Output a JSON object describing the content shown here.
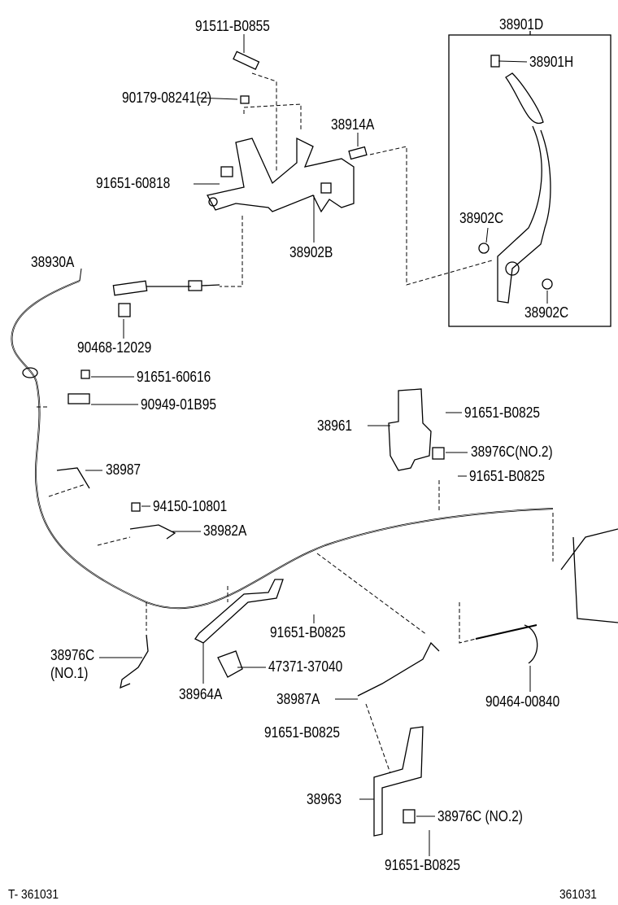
{
  "diagram": {
    "labels": {
      "p91511_b0855": "91511-B0855",
      "p90179_08241": "90179-08241(2)",
      "p38914a": "38914A",
      "p91651_60818": "91651-60818",
      "p38902b": "38902B",
      "p38930a": "38930A",
      "p90468_12029": "90468-12029",
      "p91651_60616": "91651-60616",
      "p90949_01b95": "90949-01B95",
      "p38987": "38987",
      "p94150_10801": "94150-10801",
      "p38982a": "38982A",
      "p38901d": "38901D",
      "p38901h": "38901H",
      "p38902c_upper": "38902C",
      "p38902c_lower": "38902C",
      "p91651_b0825_a": "91651-B0825",
      "p38961": "38961",
      "p38976c_no2_a": "38976C(NO.2)",
      "p91651_b0825_b": "91651-B0825",
      "p91651_b0825_c": "91651-B0825",
      "p38976c_no1": "38976C",
      "p38976c_no1_sub": "(NO.1)",
      "p47371_37040": "47371-37040",
      "p38964a": "38964A",
      "p38987a": "38987A",
      "p90464_00840": "90464-00840",
      "p91651_b0825_d": "91651-B0825",
      "p38963": "38963",
      "p38976c_no2_b": "38976C (NO.2)",
      "p91651_b0825_e": "91651-B0825"
    },
    "footer": {
      "left_code": "T- 361031",
      "right_code": "361031"
    }
  }
}
